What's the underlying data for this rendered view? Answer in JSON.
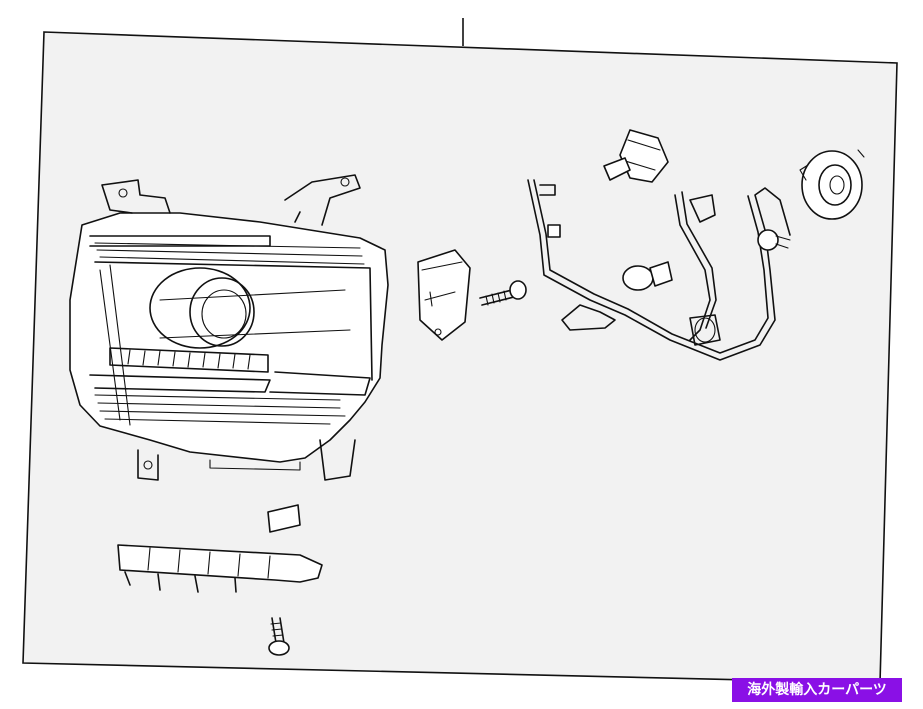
{
  "diagram": {
    "parts": [
      "headlamp-assembly",
      "ballast-module",
      "ballast-bolt",
      "wiring-harness",
      "halogen-bulb",
      "wedge-bulb",
      "marker-bulb",
      "bulb-cover",
      "trim-bracket",
      "trim-clip",
      "mounting-screw"
    ]
  },
  "watermark": {
    "label": "海外製輸入カーパーツ",
    "bg_color": "#8a10e6",
    "text_color": "#ffffff"
  },
  "colors": {
    "frame_fill": "#f2f2f2",
    "stroke": "#111111"
  }
}
